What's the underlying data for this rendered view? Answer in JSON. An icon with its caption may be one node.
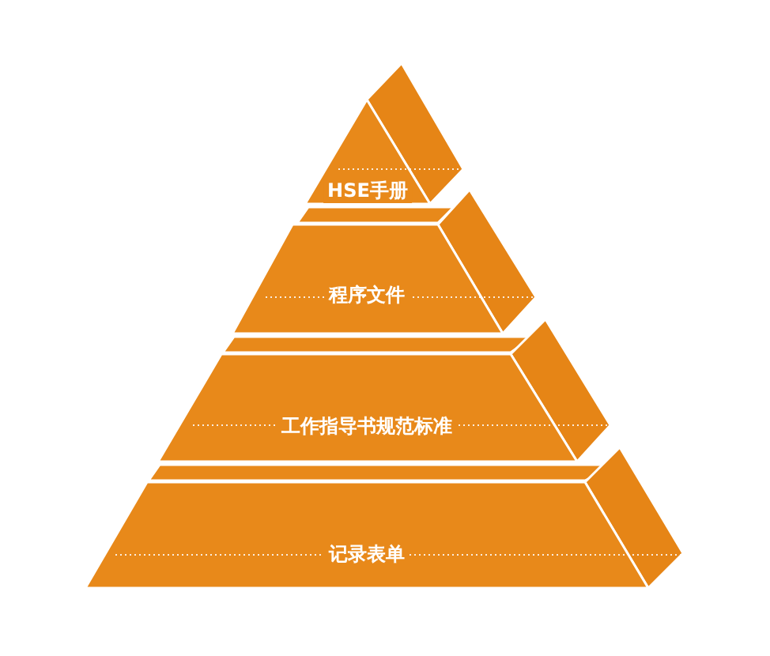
{
  "diagram": {
    "nodes": [
      {
        "text": [
          "HSE手册"
        ]
      },
      {
        "text": [
          "程序文件"
        ]
      },
      {
        "text": [
          "工作指导书规范标准"
        ]
      },
      {
        "text": [
          "记录表单"
        ]
      }
    ]
  }
}
